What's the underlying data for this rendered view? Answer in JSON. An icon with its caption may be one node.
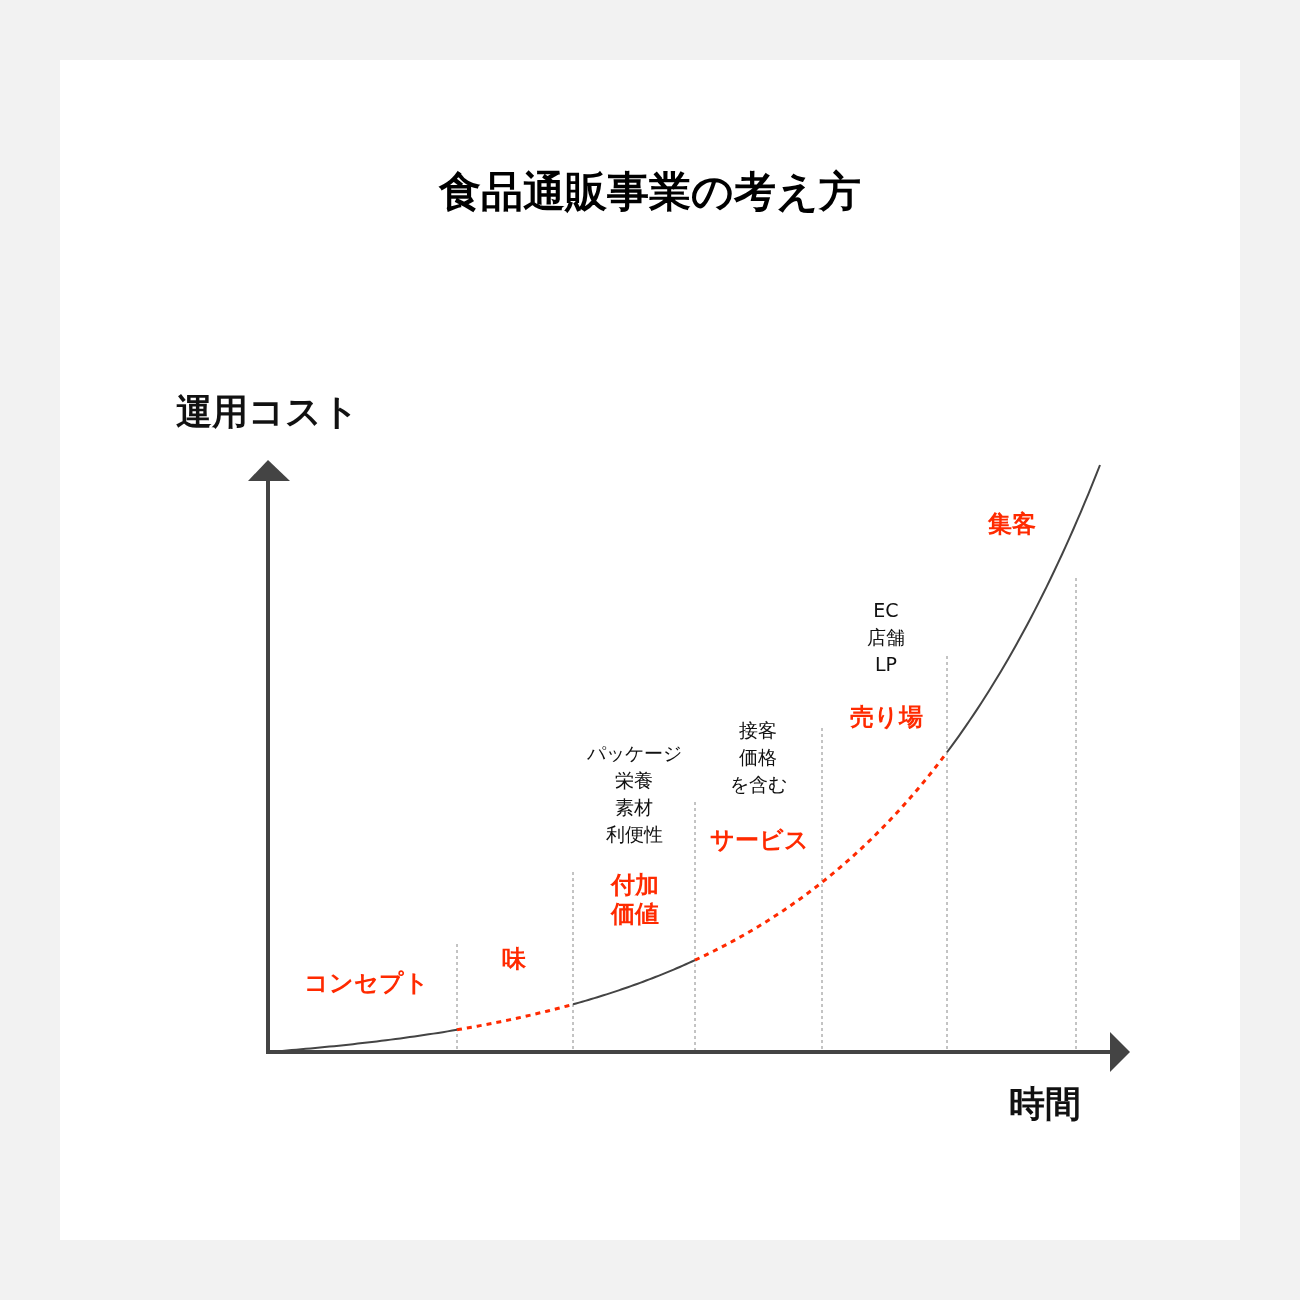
{
  "diagram": {
    "title": "食品通販事業の考え方",
    "labels": [
      "運用コスト",
      "集客",
      "EC",
      "店舗",
      "LP",
      "売り場",
      "接客",
      "価格",
      "を含む",
      "パッケージ",
      "栄養",
      "素材",
      "利便性",
      "サービス",
      "付加価値",
      "味",
      "コンセプト",
      "時間"
    ]
  }
}
